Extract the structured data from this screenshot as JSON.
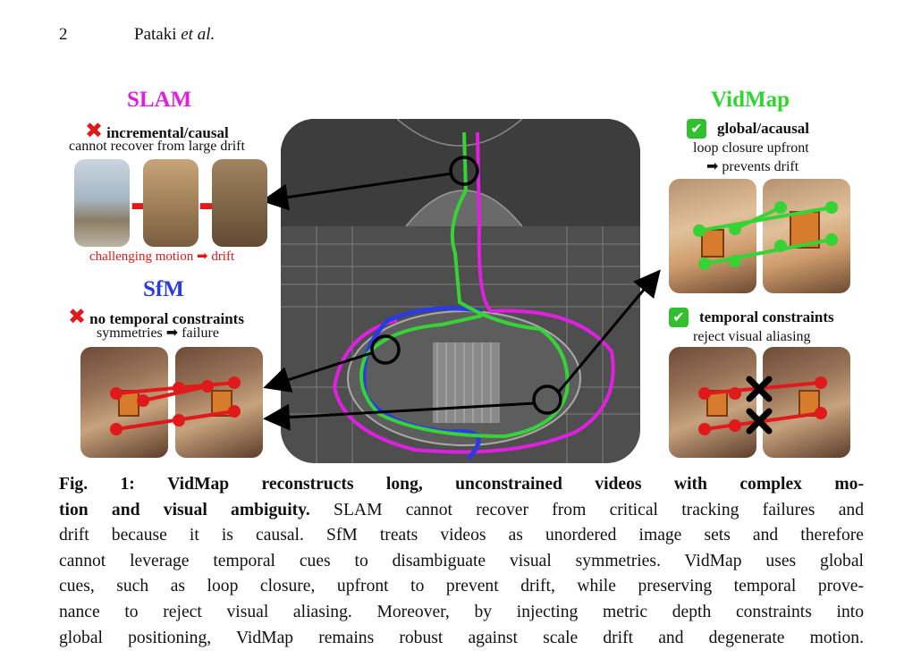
{
  "header": {
    "page_number": "2",
    "authors": "Pataki",
    "authors_suffix": "et al."
  },
  "figure": {
    "slam": {
      "title": "SLAM",
      "point": "incremental/causal",
      "desc": "cannot recover from large drift",
      "bottom_left": "challenging motion",
      "bottom_right": "drift"
    },
    "sfm": {
      "title": "SfM",
      "point": "no temporal constraints",
      "desc_left": "symmetries",
      "desc_right": "failure"
    },
    "vidmap": {
      "title": "VidMap",
      "point1": "global/acausal",
      "desc1a": "loop closure upfront",
      "desc1b": "prevents drift",
      "point2": "temporal constraints",
      "desc2": "reject visual aliasing"
    },
    "colors": {
      "slam": "#e020e0",
      "sfm": "#2a3be0",
      "vidmap": "#2fd62f",
      "bad": "#e01a1a"
    }
  },
  "caption": {
    "label": "Fig. 1:",
    "bold_l1": "VidMap reconstructs long, unconstrained videos with complex mo-",
    "bold_l2": "tion and visual ambiguity.",
    "text_l2": "SLAM cannot recover from critical tracking failures and",
    "l3": "drift because it is causal. SfM treats videos as unordered image sets and therefore",
    "l4": "cannot leverage temporal cues to disambiguate visual symmetries. VidMap uses global",
    "l5": "cues, such as loop closure, upfront to prevent drift, while preserving temporal prove-",
    "l6": "nance to reject visual aliasing. Moreover, by injecting metric depth constraints into",
    "l7": "global positioning, VidMap remains robust against scale drift and degenerate motion."
  }
}
